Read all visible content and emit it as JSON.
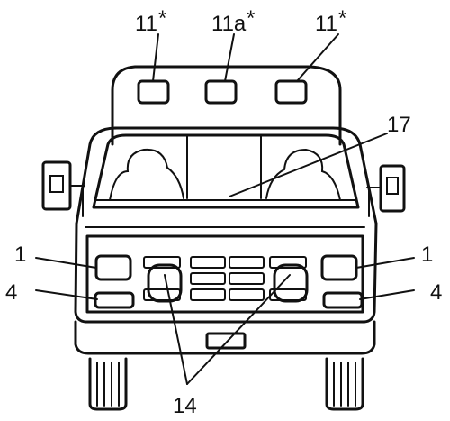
{
  "labels": {
    "emergency_light_left": "11",
    "emergency_light_center": "11a",
    "emergency_light_right": "11",
    "asterisk": "*",
    "windshield_bar": "17",
    "headlamp_left": "1",
    "headlamp_right": "1",
    "signal_left": "4",
    "signal_right": "4",
    "grille_lamps": "14"
  }
}
